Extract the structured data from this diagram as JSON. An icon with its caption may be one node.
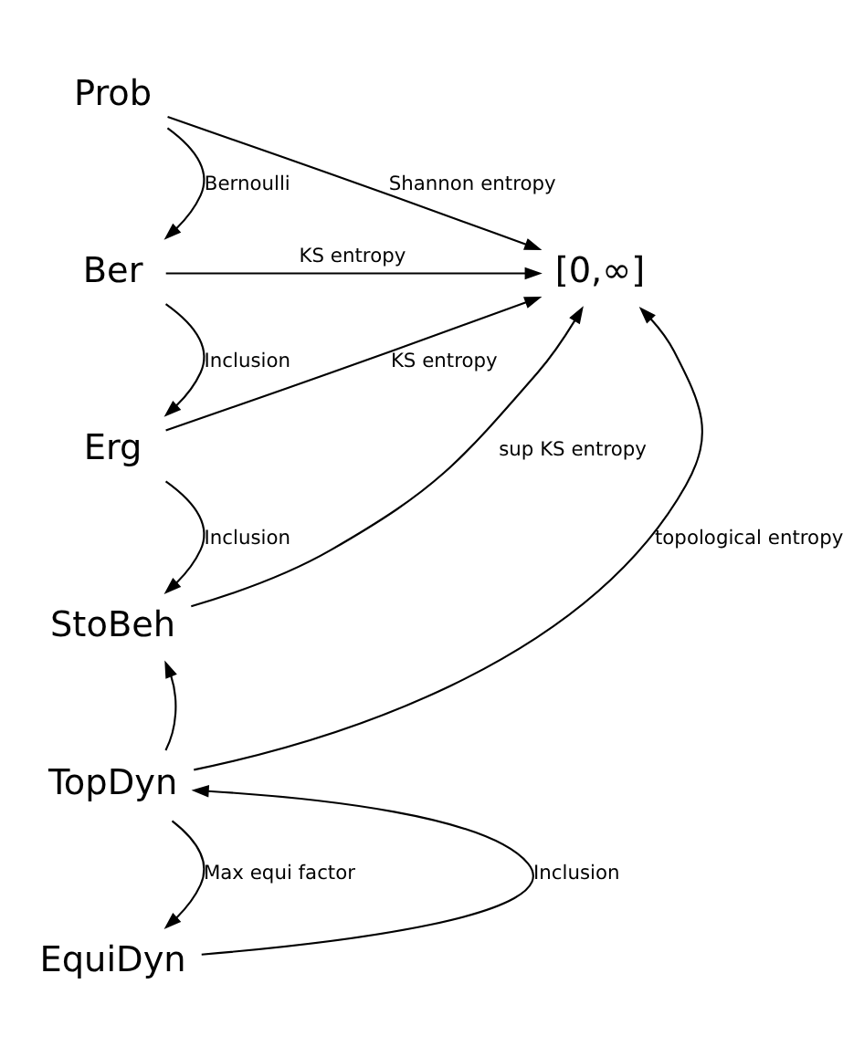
{
  "diagram": {
    "nodes": [
      {
        "text": [
          "Prob"
        ]
      },
      {
        "text": [
          "Ber"
        ]
      },
      {
        "text": [
          "Erg"
        ]
      },
      {
        "text": [
          "StoBeh"
        ]
      },
      {
        "text": [
          "TopDyn"
        ]
      },
      {
        "text": [
          "EquiDyn"
        ]
      },
      {
        "text": [
          "[0,∞]"
        ]
      }
    ],
    "edges": [
      {
        "from": 0,
        "to": 6,
        "arrow": "to",
        "label": "Shannon entropy"
      },
      {
        "from": 0,
        "to": 1,
        "arrow": "to",
        "label": "Bernoulli"
      },
      {
        "from": 1,
        "to": 6,
        "arrow": "to",
        "label": "KS entropy"
      },
      {
        "from": 1,
        "to": 2,
        "arrow": "to",
        "label": "Inclusion"
      },
      {
        "from": 2,
        "to": 6,
        "arrow": "to",
        "label": "KS entropy"
      },
      {
        "from": 2,
        "to": 3,
        "arrow": "to",
        "label": "Inclusion"
      },
      {
        "from": 3,
        "to": 6,
        "arrow": "to",
        "label": "sup KS entropy"
      },
      {
        "from": 4,
        "to": 3,
        "arrow": "to"
      },
      {
        "from": 4,
        "to": 6,
        "arrow": "to",
        "label": "topological entropy"
      },
      {
        "from": 5,
        "to": 4,
        "arrow": "to",
        "label": "Inclusion"
      },
      {
        "from": 4,
        "to": 5,
        "arrow": "to",
        "label": "Max equi factor"
      }
    ]
  }
}
